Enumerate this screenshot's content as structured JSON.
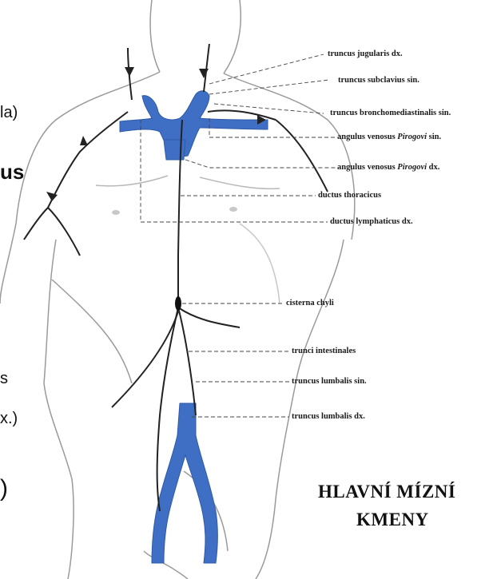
{
  "labels": {
    "truncus_jugularis": "truncus jugularis dx.",
    "truncus_subclavius": "truncus subclavius sin.",
    "truncus_bronchomediastinalis": "truncus bronchomediastinalis sin.",
    "angulus_sin_prefix": "angulus venosus",
    "angulus_sin_name": "Pirogovi",
    "angulus_sin_suffix": "sin.",
    "angulus_dx_prefix": "angulus venosus",
    "angulus_dx_name": "Pirogovi",
    "angulus_dx_suffix": "dx.",
    "ductus_thoracicus": "ductus thoracicus",
    "ductus_lymphaticus": "ductus lymphaticus dx.",
    "cisterna_chyli": "cisterna chyli",
    "trunci_intestinales": "trunci intestinales",
    "truncus_lumbalis_sin": "truncus lumbalis sin.",
    "truncus_lumbalis_dx": "truncus lumbalis dx."
  },
  "title": {
    "line1": "HLAVNÍ MÍZNÍ",
    "line2": "KMENY"
  },
  "cropped_left_text": {
    "t1": "la)",
    "t2": "us",
    "t3": "s",
    "t4": "x.)",
    "t5": ")"
  },
  "colors": {
    "vein_blue": "#3f6fc4",
    "line": "#222222",
    "skin_outline": "#9a9a9a"
  }
}
